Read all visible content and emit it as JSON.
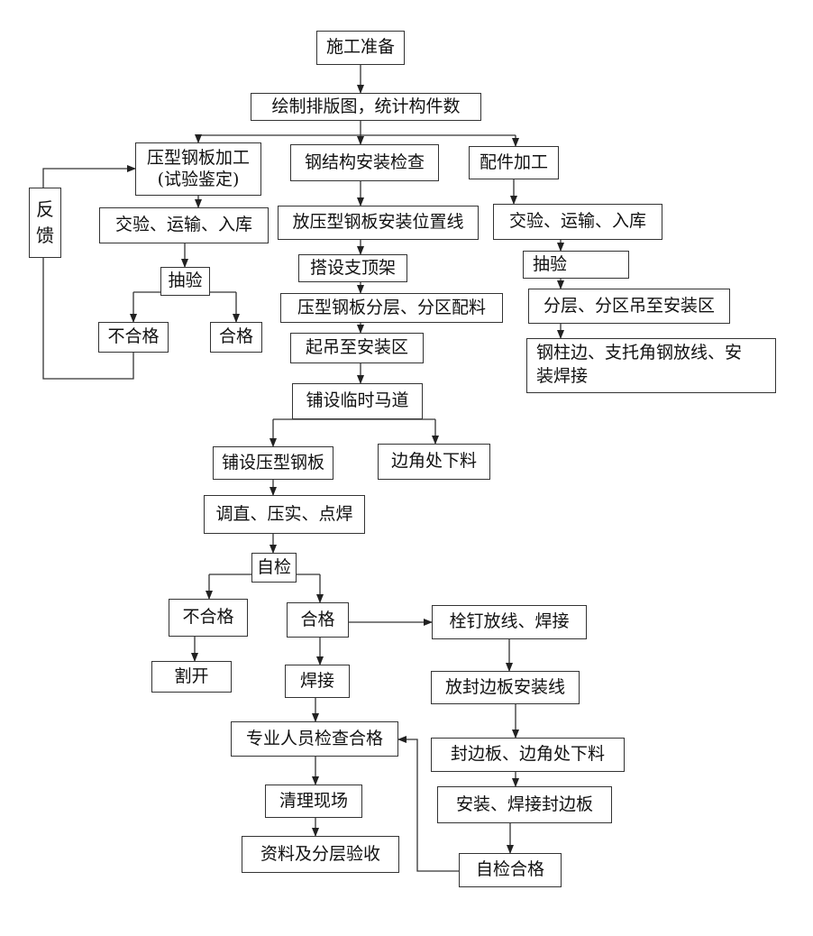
{
  "flow": {
    "prep": "施工准备",
    "draw": "绘制排版图，统计构件数",
    "col_a": {
      "process_line1": "压型钢板加工",
      "process_line2": "(试验鉴定)",
      "receive": "交验、运输、入库",
      "sample": "抽验",
      "fail": "不合格",
      "pass": "合格",
      "feedback": "反\n馈"
    },
    "col_b": {
      "check": "钢结构安装检查",
      "layout_line": "放压型钢板安装位置线",
      "support": "搭设支顶架",
      "distribute": "压型钢板分层、分区配料",
      "hoist": "起吊至安装区",
      "walkway": "铺设临时马道",
      "lay": "铺设压型钢板",
      "corner_cut": "边角处下料",
      "straighten": "调直、压实、点焊",
      "selfcheck": "自检",
      "fail": "不合格",
      "cut": "割开",
      "pass": "合格",
      "weld": "焊接",
      "expert": "专业人员检查合格",
      "cleanup": "清理现场",
      "accept": "资料及分层验收"
    },
    "col_c": {
      "fittings": "配件加工",
      "receive": "交验、运输、入库",
      "sample": "抽验",
      "hoist": "分层、分区吊至安装区",
      "steel_column": "钢柱边、支托角钢放线、安\n装焊接"
    },
    "right_branch": {
      "stud": "栓钉放线、焊接",
      "edge_line": "放封边板安装线",
      "edge_cut": "封边板、边角处下料",
      "install": "安装、焊接封边板",
      "selfcheck_ok": "自检合格"
    }
  }
}
